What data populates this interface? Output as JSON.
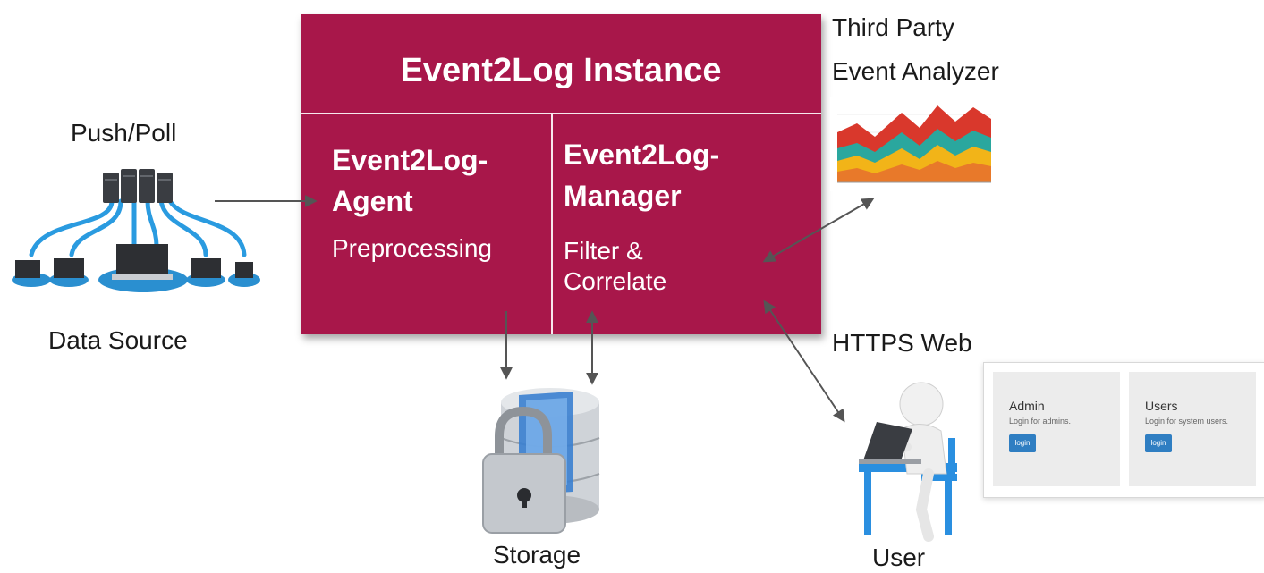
{
  "instance": {
    "title": "Event2Log Instance",
    "agent": {
      "title_line1": "Event2Log-",
      "title_line2": "Agent",
      "subtitle": "Preprocessing"
    },
    "manager": {
      "title_line1": "Event2Log-",
      "title_line2": "Manager",
      "subtitle_line1": "Filter &",
      "subtitle_line2": "Correlate"
    },
    "color": "#a8174a"
  },
  "labels": {
    "push_poll": "Push/Poll",
    "data_source": "Data Source",
    "third_party_line1": "Third Party",
    "third_party_line2": "Event Analyzer",
    "https_web": "HTTPS Web",
    "storage": "Storage",
    "user": "User"
  },
  "login_panel": {
    "cards": [
      {
        "title": "Admin",
        "desc": "Login for admins.",
        "button": "login"
      },
      {
        "title": "Users",
        "desc": "Login for system users.",
        "button": "login"
      }
    ],
    "button_color": "#2f7ec2"
  },
  "icons": [
    "network-computers-icon",
    "area-chart-icon",
    "secure-database-icon",
    "user-at-computer-icon"
  ]
}
